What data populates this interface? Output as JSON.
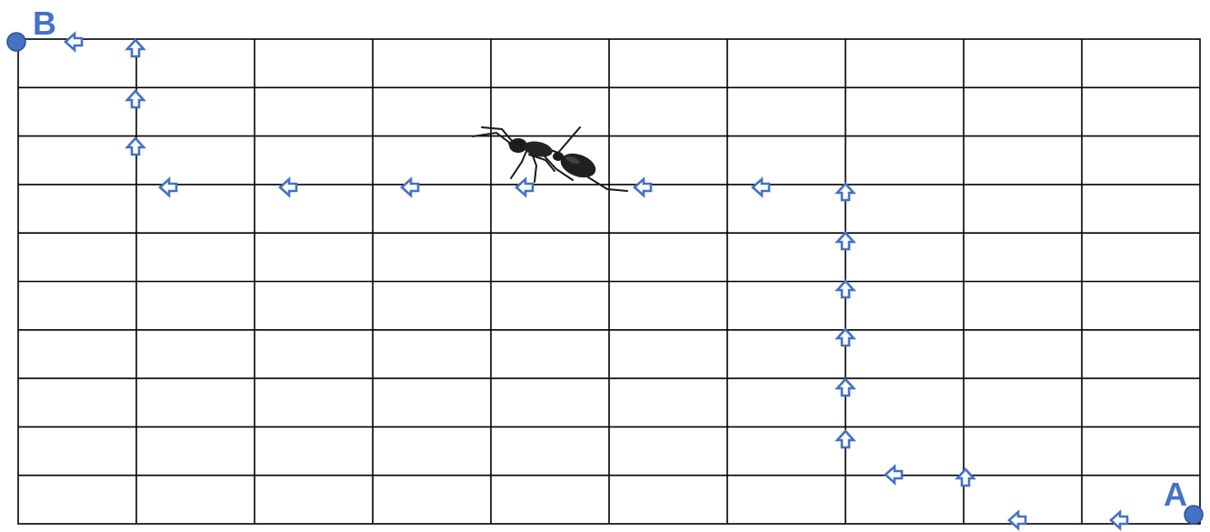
{
  "grid": {
    "columns": 10,
    "rows": 10,
    "line_color": "#000000"
  },
  "points": {
    "start": {
      "label": "A",
      "color": "#4472c4"
    },
    "end": {
      "label": "B",
      "color": "#4472c4"
    }
  },
  "arrows": {
    "color": "#4472c4",
    "path": [
      "left",
      "left",
      "up",
      "left",
      "up",
      "up",
      "up",
      "up",
      "up",
      "up",
      "left",
      "left",
      "left",
      "left",
      "left",
      "left",
      "up",
      "up",
      "up",
      "left"
    ]
  },
  "ant": {
    "icon": "ant-icon"
  }
}
